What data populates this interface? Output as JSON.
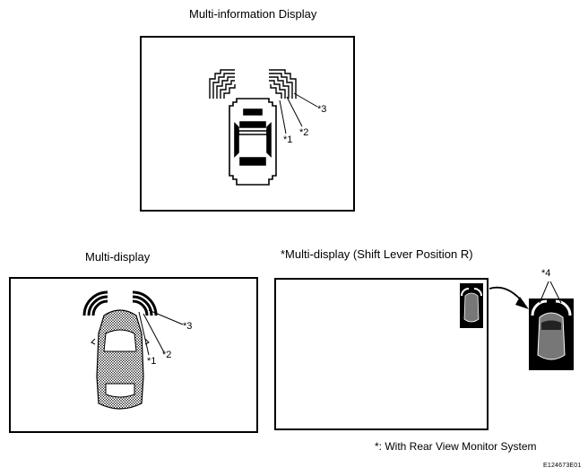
{
  "mid": {
    "title": "Multi-information Display",
    "callouts": [
      "*1",
      "*2",
      "*3"
    ]
  },
  "md": {
    "title": "Multi-display",
    "callouts": [
      "*1",
      "*2",
      "*3"
    ]
  },
  "rv": {
    "title": "*Multi-display (Shift Lever Position R)",
    "callout": "*4"
  },
  "footnote": "*: With Rear View Monitor System",
  "figure_code": "E124673E01"
}
